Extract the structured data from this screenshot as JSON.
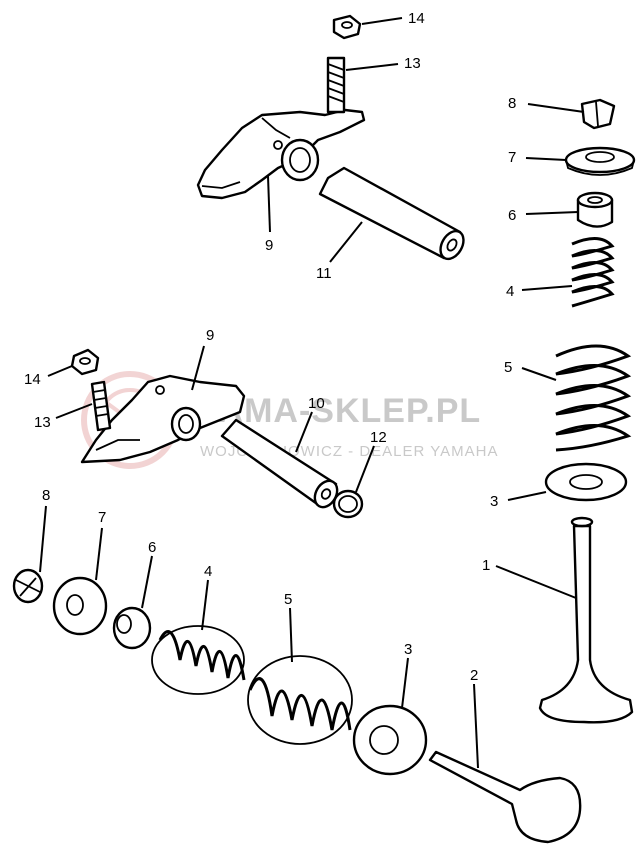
{
  "diagram": {
    "callouts": [
      {
        "id": "c14a",
        "label": "14"
      },
      {
        "id": "c13a",
        "label": "13"
      },
      {
        "id": "c9a",
        "label": "9"
      },
      {
        "id": "c11",
        "label": "11"
      },
      {
        "id": "c8a",
        "label": "8"
      },
      {
        "id": "c7a",
        "label": "7"
      },
      {
        "id": "c6a",
        "label": "6"
      },
      {
        "id": "c4a",
        "label": "4"
      },
      {
        "id": "c5a",
        "label": "5"
      },
      {
        "id": "c3a",
        "label": "3"
      },
      {
        "id": "c1",
        "label": "1"
      },
      {
        "id": "c9b",
        "label": "9"
      },
      {
        "id": "c14b",
        "label": "14"
      },
      {
        "id": "c13b",
        "label": "13"
      },
      {
        "id": "c10",
        "label": "10"
      },
      {
        "id": "c12",
        "label": "12"
      },
      {
        "id": "c8b",
        "label": "8"
      },
      {
        "id": "c7b",
        "label": "7"
      },
      {
        "id": "c6b",
        "label": "6"
      },
      {
        "id": "c4b",
        "label": "4"
      },
      {
        "id": "c5b",
        "label": "5"
      },
      {
        "id": "c3b",
        "label": "3"
      },
      {
        "id": "c2",
        "label": "2"
      }
    ]
  },
  "watermark": {
    "brand": "YAMA-SKLEP.PL",
    "tagline": "WOJCIECHOWICZ - DEALER YAMAHA",
    "color": "#c9c9c9",
    "logo_color": "#e8b0b0"
  }
}
